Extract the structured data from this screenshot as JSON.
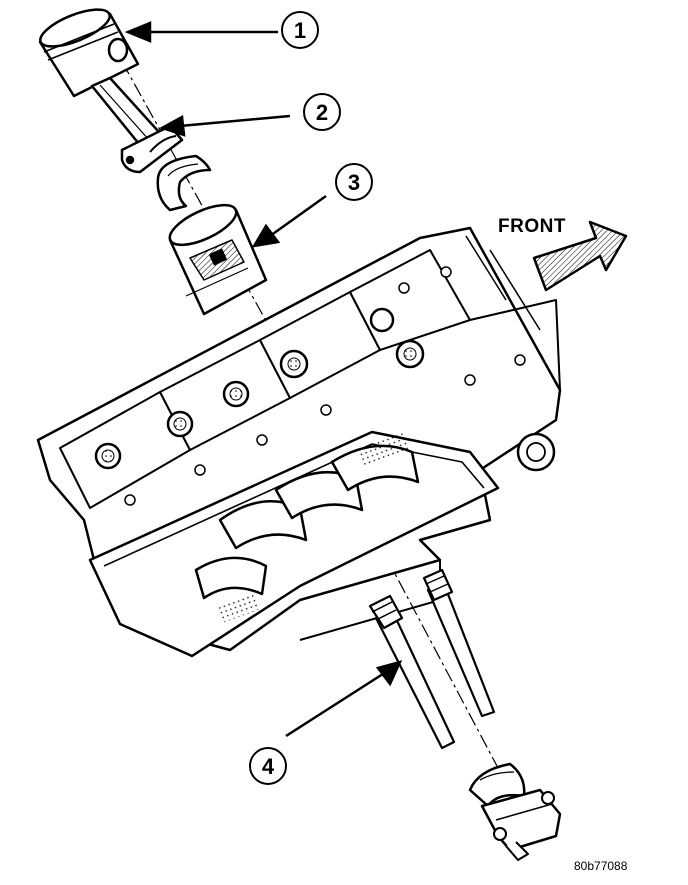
{
  "callouts": [
    {
      "number": "1"
    },
    {
      "number": "2"
    },
    {
      "number": "3"
    },
    {
      "number": "4"
    }
  ],
  "direction_label": "FRONT",
  "figure_id": "80b77088",
  "colors": {
    "ink": "#000000",
    "paper": "#ffffff"
  }
}
